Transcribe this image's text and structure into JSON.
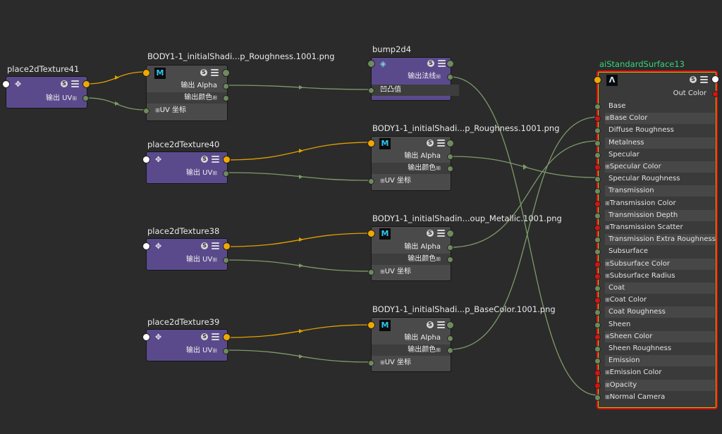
{
  "nodes": {
    "place41": {
      "title": "place2dTexture41",
      "out_uv": "输出 UV"
    },
    "place40": {
      "title": "place2dTexture40",
      "out_uv": "输出 UV"
    },
    "place38": {
      "title": "place2dTexture38",
      "out_uv": "输出 UV"
    },
    "place39": {
      "title": "place2dTexture39",
      "out_uv": "输出 UV"
    },
    "file_top": {
      "title": "BODY1-1_initialShadi...p_Roughness.1001.png",
      "out_alpha": "输出 Alpha",
      "out_color": "输出颜色",
      "uv_coord": "UV 坐标"
    },
    "file_rough": {
      "title": "BODY1-1_initialShadi...p_Roughness.1001.png",
      "out_alpha": "输出 Alpha",
      "out_color": "输出颜色",
      "uv_coord": "UV 坐标"
    },
    "file_metal": {
      "title": "BODY1-1_initialShadin...oup_Metallic.1001.png",
      "out_alpha": "输出 Alpha",
      "out_color": "输出颜色",
      "uv_coord": "UV 坐标"
    },
    "file_base": {
      "title": "BODY1-1_initialShadi...p_BaseColor.1001.png",
      "out_alpha": "输出 Alpha",
      "out_color": "输出颜色",
      "uv_coord": "UV 坐标"
    },
    "bump": {
      "title": "bump2d4",
      "out_normal": "输出法线",
      "bump_value": "凹凸值"
    }
  },
  "ai_node": {
    "title": "aiStandardSurface13",
    "out_color": "Out Color",
    "attributes": [
      {
        "label": "Base",
        "port": "green",
        "expand": false
      },
      {
        "label": "Base Color",
        "port": "red",
        "expand": true
      },
      {
        "label": "Diffuse Roughness",
        "port": "green",
        "expand": false
      },
      {
        "label": "Metalness",
        "port": "green",
        "expand": false
      },
      {
        "label": "Specular",
        "port": "green",
        "expand": false
      },
      {
        "label": "Specular Color",
        "port": "red",
        "expand": true
      },
      {
        "label": "Specular Roughness",
        "port": "green",
        "expand": false
      },
      {
        "label": "Transmission",
        "port": "green",
        "expand": false
      },
      {
        "label": "Transmission Color",
        "port": "red",
        "expand": true
      },
      {
        "label": "Transmission Depth",
        "port": "green",
        "expand": false
      },
      {
        "label": "Transmission Scatter",
        "port": "red",
        "expand": true
      },
      {
        "label": "Transmission Extra Roughness",
        "port": "green",
        "expand": false
      },
      {
        "label": "Subsurface",
        "port": "green",
        "expand": false
      },
      {
        "label": "Subsurface Color",
        "port": "red",
        "expand": true
      },
      {
        "label": "Subsurface Radius",
        "port": "red",
        "expand": true
      },
      {
        "label": "Coat",
        "port": "green",
        "expand": false
      },
      {
        "label": "Coat Color",
        "port": "red",
        "expand": true
      },
      {
        "label": "Coat Roughness",
        "port": "green",
        "expand": false
      },
      {
        "label": "Sheen",
        "port": "green",
        "expand": false
      },
      {
        "label": "Sheen Color",
        "port": "red",
        "expand": true
      },
      {
        "label": "Sheen Roughness",
        "port": "green",
        "expand": false
      },
      {
        "label": "Emission",
        "port": "green",
        "expand": false
      },
      {
        "label": "Emission Color",
        "port": "red",
        "expand": true
      },
      {
        "label": "Opacity",
        "port": "red",
        "expand": true
      },
      {
        "label": "Normal Camera",
        "port": "green",
        "expand": true
      }
    ]
  },
  "colors": {
    "background": "#2b2b2b",
    "place_node": "#5a4a8c",
    "file_node": "#4a4a4a",
    "uv_wire": "#7d9a6a",
    "color_wire": "#e0a000",
    "ai_border": "#d31010",
    "ai_title": "#39d37a"
  },
  "icons": {
    "place": "place2d-icon",
    "file": "maya-file-icon",
    "bump": "bump-icon",
    "ai": "arnold-icon",
    "swatch": "swatch-toggle-icon",
    "layout": "attribute-list-icon"
  }
}
